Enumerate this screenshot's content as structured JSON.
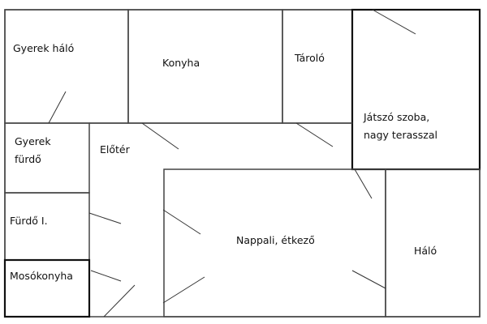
{
  "rooms": {
    "gyerek_halo": "Gyerek háló",
    "konyha": "Konyha",
    "tarolo": "Tároló",
    "jatszo_line1": "Játszó szoba,",
    "jatszo_line2": "nagy terasszal",
    "gyerek_furdo_line1": "Gyerek",
    "gyerek_furdo_line2": "fürdő",
    "eloter": "Előtér",
    "furdo_1": "Fürdő I.",
    "mosokonyha": "Mosókonyha",
    "nappali": "Nappali, étkező",
    "halo": "Háló"
  }
}
